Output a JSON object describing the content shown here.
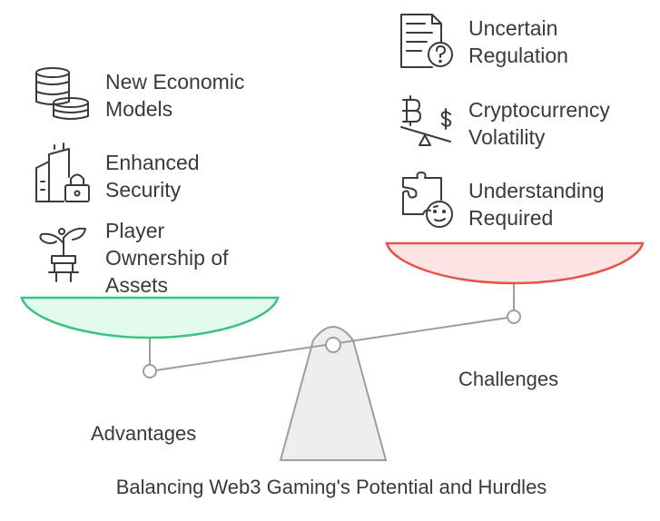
{
  "title": "Balancing Web3 Gaming's Potential and Hurdles",
  "advantages": {
    "label": "Advantages",
    "color": "#3cc383",
    "fill": "#e3faee",
    "items": [
      {
        "icon": "database-coins-icon",
        "lines": [
          "New Economic",
          "Models"
        ]
      },
      {
        "icon": "building-lock-icon",
        "lines": [
          "Enhanced",
          "Security"
        ]
      },
      {
        "icon": "plant-ownership-icon",
        "lines": [
          "Player",
          "Ownership of",
          "Assets"
        ]
      }
    ]
  },
  "challenges": {
    "label": "Challenges",
    "color": "#e5534b",
    "fill": "#fde4e4",
    "items": [
      {
        "icon": "document-question-icon",
        "lines": [
          "Uncertain",
          "Regulation"
        ]
      },
      {
        "icon": "bitcoin-dollar-balance-icon",
        "lines": [
          "Cryptocurrency",
          "Volatility"
        ]
      },
      {
        "icon": "puzzle-face-icon",
        "lines": [
          "Understanding",
          "Required"
        ]
      }
    ]
  },
  "colors": {
    "text": "#3a3a3a",
    "beam": "#9e9e9e",
    "fulcrum_fill": "#eeeeee"
  }
}
